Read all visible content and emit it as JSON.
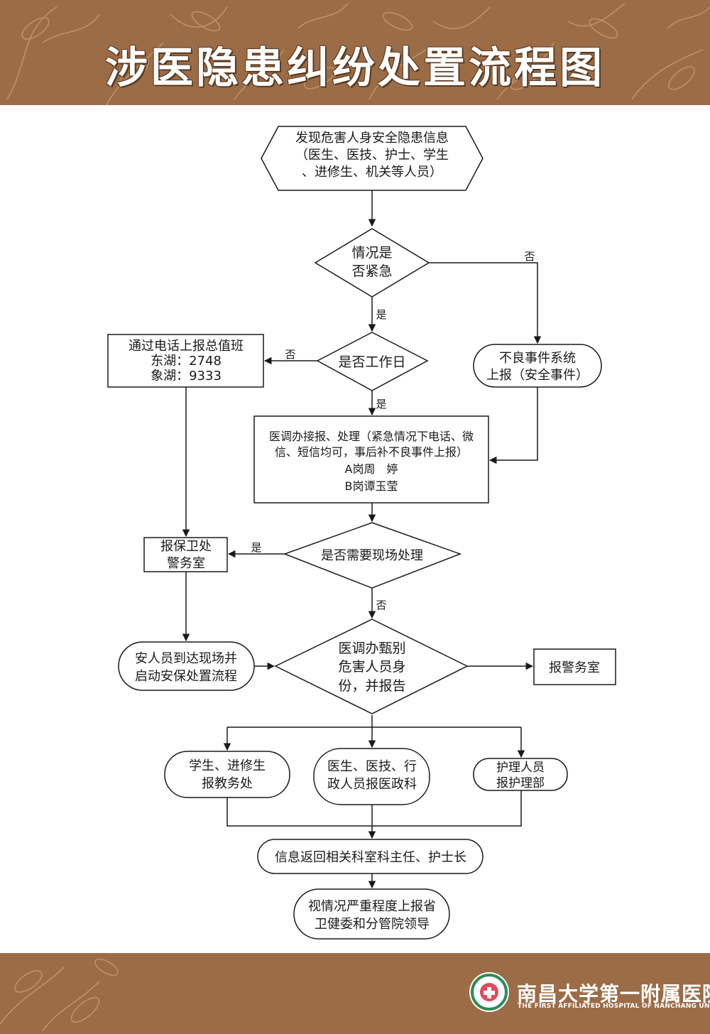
{
  "title": "涉医隐患纠纷处置流程图",
  "colors": {
    "header_bg": "#9c6c46",
    "line": "#1a1a1a",
    "node_fill": "#ffffff"
  },
  "nodes": {
    "start": [
      "发现危害人身安全隐患信息",
      "（医生、医技、护士、学生",
      "、进修生、机关等人员）"
    ],
    "urgent": [
      "情况是",
      "否紧急"
    ],
    "workday": [
      "是否工作日"
    ],
    "phone": [
      "通过电话上报总值班",
      "东湖：2748",
      "象湖：9333"
    ],
    "adverse": [
      "不良事件系统",
      "上报（安全事件）"
    ],
    "medoffice": [
      "医调办接报、处理（紧急情况下电话、微",
      "信、短信均可，事后补不良事件上报）",
      "A岗周　婷",
      "B岗谭玉莹"
    ],
    "onsite": [
      "是否需要现场处理"
    ],
    "security": [
      "报保卫处",
      "警务室"
    ],
    "guards": [
      "安人员到达现场并",
      "启动安保处置流程"
    ],
    "identify": [
      "医调办甄别",
      "危害人员身",
      "份，并报告"
    ],
    "police": [
      "报警务室"
    ],
    "students": [
      "学生、进修生",
      "报教务处"
    ],
    "doctors": [
      "医生、医技、行",
      "政人员报医政科"
    ],
    "nurses": [
      "护理人员",
      "报护理部"
    ],
    "feedback": [
      "信息返回相关科室科主任、护士长"
    ],
    "report": [
      "视情况严重程度上报省",
      "卫健委和分管院领导"
    ]
  },
  "edges": {
    "urgent_no": "否",
    "urgent_yes": "是",
    "workday_no": "否",
    "workday_yes": "是",
    "onsite_yes": "是",
    "onsite_no": "否"
  },
  "footer": {
    "hospital_name": "南昌大学第一附属医院",
    "hospital_name_en": "THE FIRST AFFILIATED HOSPITAL OF NANCHANG UNIVERSITY",
    "logo_icon": "hospital-logo-icon"
  }
}
